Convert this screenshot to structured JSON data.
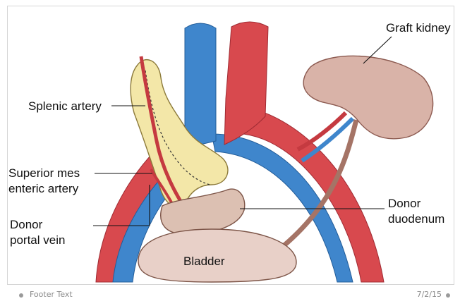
{
  "labels": {
    "graft_kidney": "Graft kidney",
    "splenic_artery": "Splenic artery",
    "sma_line1": "Superior mes",
    "sma_line2": "enteric artery",
    "portal_line1": "Donor",
    "portal_line2": "portal vein",
    "duodenum_line1": "Donor",
    "duodenum_line2": "duodenum",
    "bladder": "Bladder"
  },
  "footer": {
    "text": "Footer Text",
    "date": "7/2/15"
  },
  "colors": {
    "artery": "#d8494e",
    "vein": "#3f86cc",
    "pancreas": "#f3e7a8",
    "kidney": "#d9b3a8",
    "duodenum": "#dcc0b2",
    "bladder": "#e8d0c8"
  }
}
